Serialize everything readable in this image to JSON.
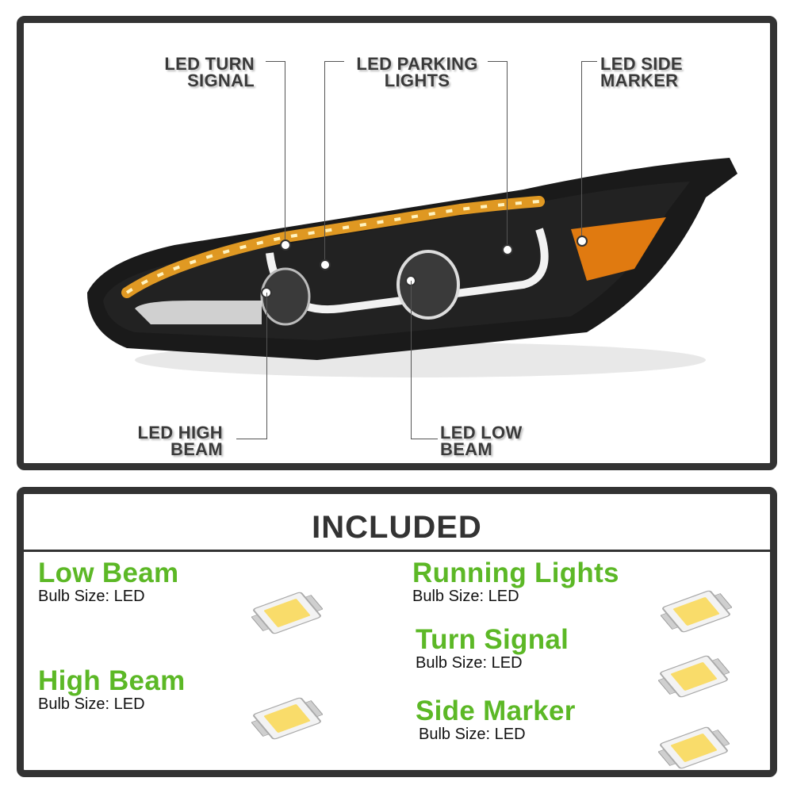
{
  "diagram": {
    "callouts": [
      {
        "id": "turn-signal",
        "line1": "LED TURN",
        "line2": "SIGNAL"
      },
      {
        "id": "parking-lights",
        "line1": "LED PARKING",
        "line2": "LIGHTS"
      },
      {
        "id": "side-marker",
        "line1": "LED SIDE",
        "line2": "MARKER"
      },
      {
        "id": "high-beam",
        "line1": "LED HIGH",
        "line2": "BEAM"
      },
      {
        "id": "low-beam",
        "line1": "LED LOW",
        "line2": "BEAM"
      }
    ],
    "colors": {
      "amber": "#f5a623",
      "housing": "#1a1a1a",
      "frame": "#333333"
    }
  },
  "included": {
    "title": "INCLUDED",
    "items": [
      {
        "name": "Low Beam",
        "size": "Bulb Size: LED"
      },
      {
        "name": "High Beam",
        "size": "Bulb Size: LED"
      },
      {
        "name": "Running Lights",
        "size": "Bulb Size: LED"
      },
      {
        "name": "Turn Signal",
        "size": "Bulb Size: LED"
      },
      {
        "name": "Side Marker",
        "size": "Bulb Size: LED"
      }
    ],
    "accent": "#5cb826"
  }
}
